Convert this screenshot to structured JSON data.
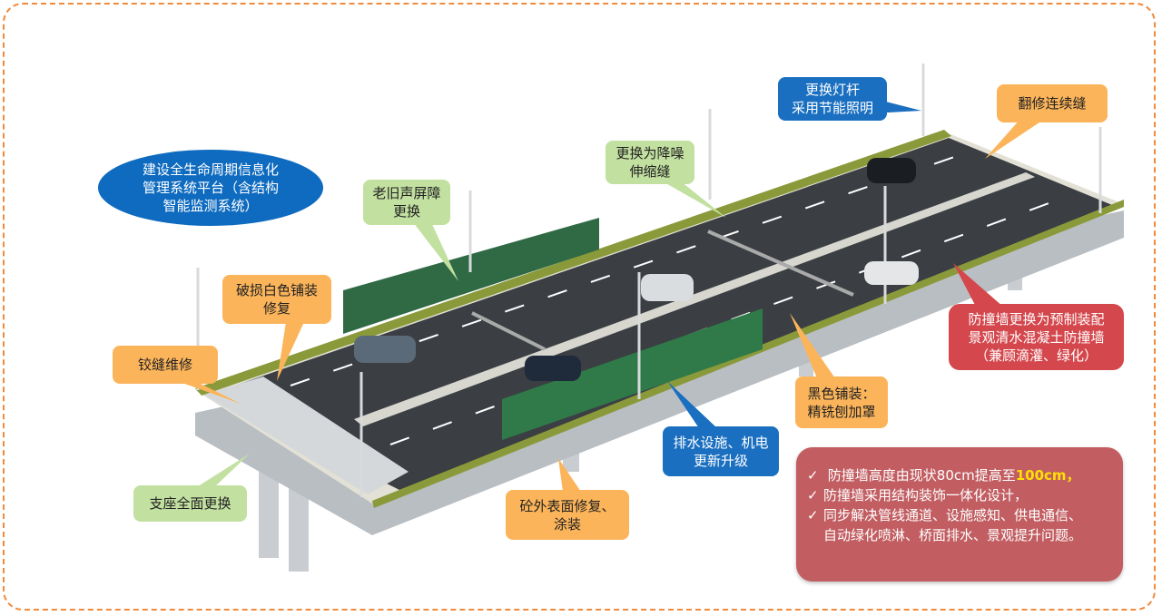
{
  "callouts": {
    "lamp": [
      "更换灯杆",
      "采用节能照明"
    ],
    "joint": [
      "翻修连续缝"
    ],
    "expansion": [
      "更换为降噪",
      "伸缩缝"
    ],
    "barrier": [
      "老旧声屏障",
      "更换"
    ],
    "platform": [
      "建设全生命周期信息化",
      "管理系统平台（含结构",
      "智能监测系统）"
    ],
    "white_paving": [
      "破损白色铺装",
      "修复"
    ],
    "hinge": [
      "铰缝维修"
    ],
    "bearing": [
      "支座全面更换"
    ],
    "concrete": [
      "砼外表面修复、",
      "涂装"
    ],
    "drainage": [
      "排水设施、机电",
      "更新升级"
    ],
    "black_paving": [
      "黑色铺装：",
      "精铣刨加罩"
    ],
    "crash_wall": [
      "防撞墙更换为预制装配",
      "景观清水混凝土防撞墙",
      "（兼顾滴灌、绿化）"
    ]
  },
  "notes": {
    "check": "✓",
    "line1_a": "防撞墙高度由现状80cm提高至",
    "line1_b": "100cm，",
    "line2": "防撞墙采用结构装饰一体化设计，",
    "line3": "同步解决管线通道、设施感知、供电通信、",
    "line4": "自动绿化喷淋、桥面排水、景观提升问题。"
  },
  "colors": {
    "orange": "#fbb45a",
    "green": "#c2e0a0",
    "blue": "#1a6fc0",
    "red": "#d4474c",
    "frame": "#f08a3c"
  }
}
